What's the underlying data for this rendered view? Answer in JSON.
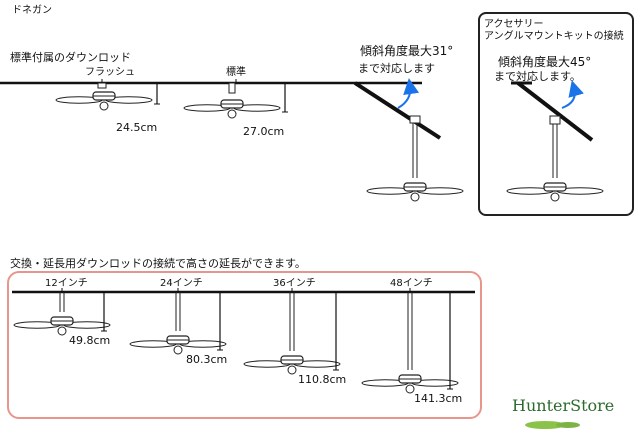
{
  "brand": "ドネガン",
  "standard_section": {
    "title": "標準付属のダウンロッド",
    "flush_label": "フラッシュ",
    "flush_height": "24.5cm",
    "standard_label": "標準",
    "standard_height": "27.0cm"
  },
  "slope_section": {
    "note_line1": "傾斜角度最大31°",
    "note_line2": "まで対応します"
  },
  "accessory_section": {
    "header_line1": "アクセサリー",
    "header_line2": "アングルマウントキットの接続",
    "note_line1": "傾斜角度最大45°",
    "note_line2": "まで対応します。"
  },
  "extension_section": {
    "title": "交換・延長用ダウンロッドの接続で高さの延長ができます。",
    "items": [
      {
        "label": "12インチ",
        "height": "49.8cm"
      },
      {
        "label": "24インチ",
        "height": "80.3cm"
      },
      {
        "label": "36インチ",
        "height": "110.8cm"
      },
      {
        "label": "48インチ",
        "height": "141.3cm"
      }
    ]
  },
  "logo_text": "HunterStore",
  "colors": {
    "accent_arrow": "#1a73e8",
    "frame": "#e8968c",
    "logo": "#2d6a2d"
  }
}
